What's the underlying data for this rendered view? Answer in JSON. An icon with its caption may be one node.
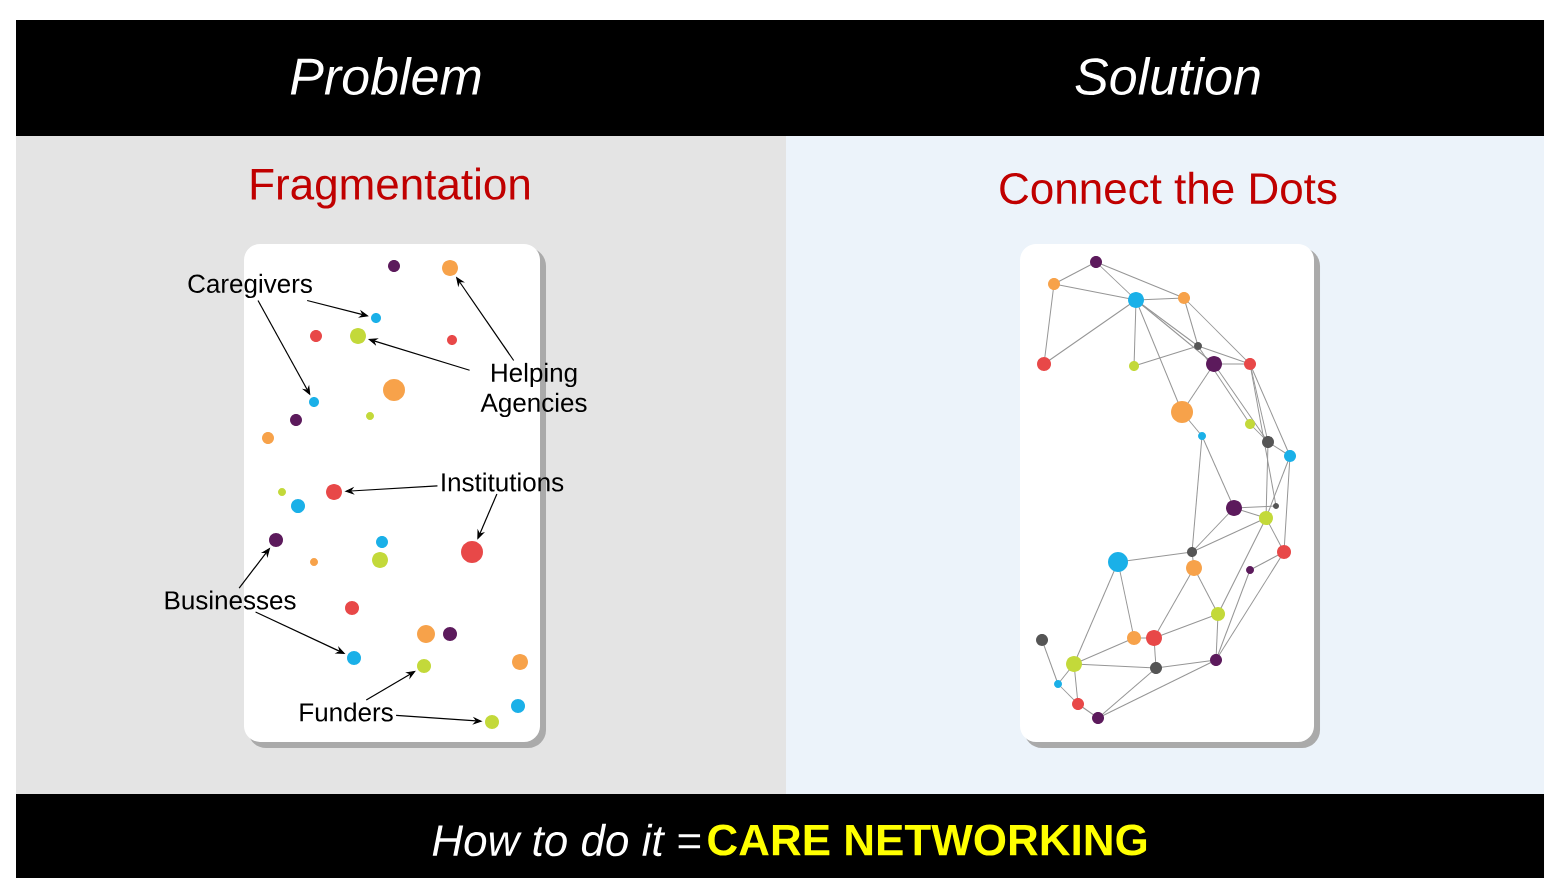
{
  "diagram": {
    "nodes": [
      {
        "text": [
          "Caregivers"
        ]
      },
      {
        "text": [
          "Helping Agencies"
        ]
      },
      {
        "text": [
          "Institutions"
        ]
      },
      {
        "text": [
          "Businesses"
        ]
      },
      {
        "text": [
          "Funders"
        ]
      },
      {
        "text": [],
        "shape": "circle"
      },
      {
        "text": [],
        "shape": "circle"
      },
      {
        "text": [],
        "shape": "circle"
      },
      {
        "text": [],
        "shape": "circle"
      },
      {
        "text": [],
        "shape": "circle"
      },
      {
        "text": [],
        "shape": "circle"
      },
      {
        "text": [],
        "shape": "circle"
      },
      {
        "text": [],
        "shape": "circle"
      },
      {
        "text": [],
        "shape": "circle"
      },
      {
        "text": [],
        "shape": "circle"
      }
    ],
    "edges": [
      {
        "from": 0,
        "to": 5,
        "arrow": "to"
      },
      {
        "from": 0,
        "to": 6,
        "arrow": "to"
      },
      {
        "from": 1,
        "to": 7,
        "arrow": "to"
      },
      {
        "from": 1,
        "to": 8,
        "arrow": "to"
      },
      {
        "from": 2,
        "to": 9,
        "arrow": "to"
      },
      {
        "from": 2,
        "to": 10,
        "arrow": "to"
      },
      {
        "from": 3,
        "to": 11,
        "arrow": "to"
      },
      {
        "from": 3,
        "to": 12,
        "arrow": "to"
      },
      {
        "from": 4,
        "to": 13,
        "arrow": "to"
      },
      {
        "from": 4,
        "to": 14,
        "arrow": "to"
      }
    ],
    "labels": [
      "Problem",
      "Solution",
      "Fragmentation",
      "Connect the Dots",
      "How to do it =",
      "CARE NETWORKING"
    ]
  }
}
